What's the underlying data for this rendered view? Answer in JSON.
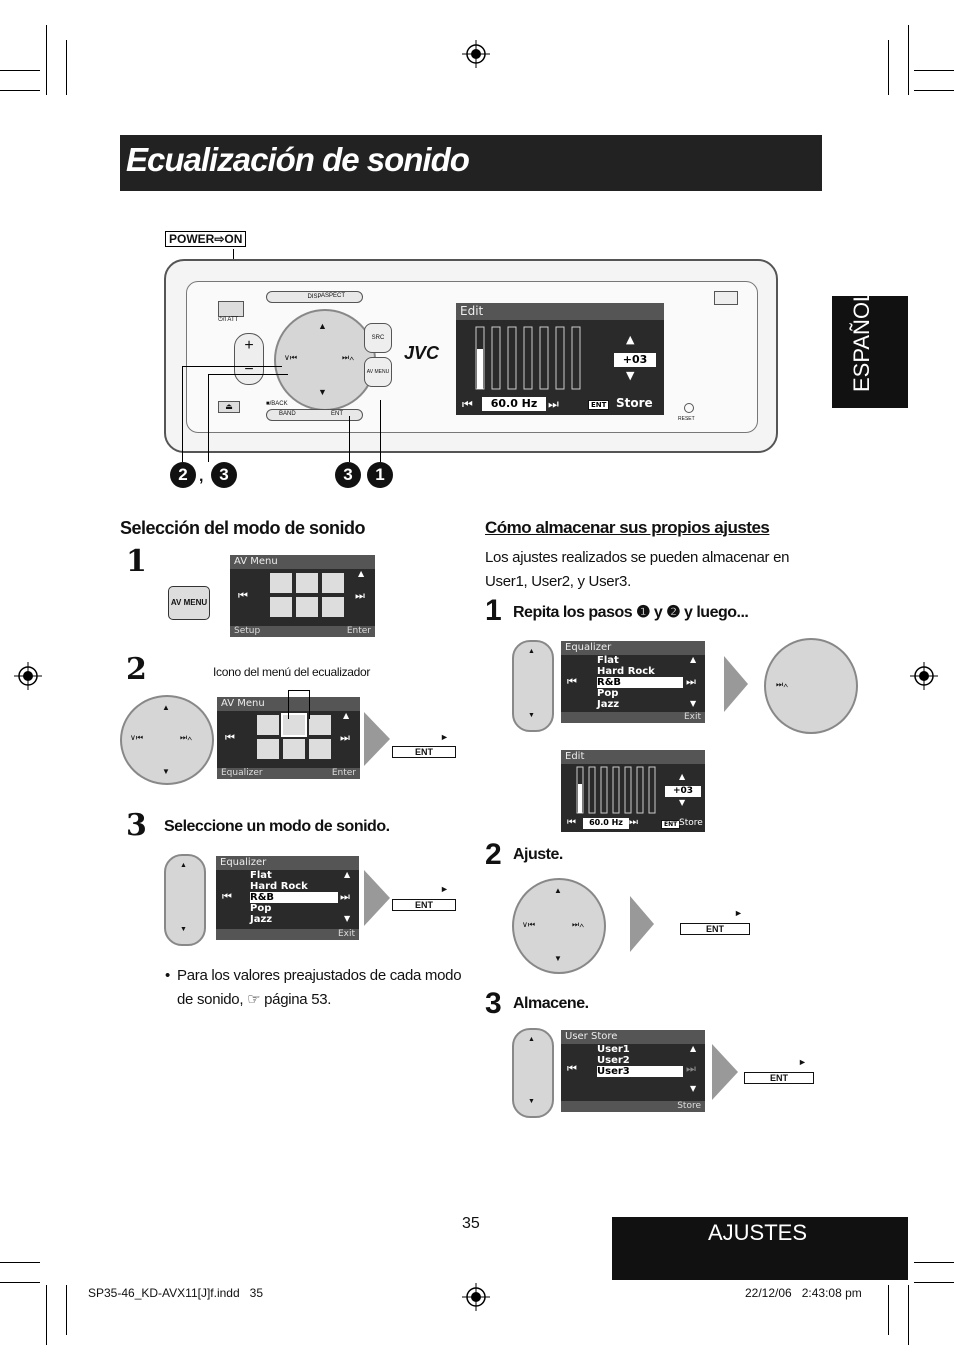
{
  "page": {
    "title": "Ecualización de sonido",
    "language_tab": "ESPAÑOL",
    "section_tab": "AJUSTES",
    "page_number": "35",
    "footer_left": "SP35-46_KD-AVX11[J]f.indd   35",
    "footer_right": "22/12/06   2:43:08 pm"
  },
  "device": {
    "power_label": "POWER⇨ON",
    "brand": "JVC",
    "btn_disp": "DISP",
    "btn_aspect": "ASPECT",
    "btn_src": "SRC",
    "btn_av_menu": "AV MENU",
    "btn_att": "⏻/I ATT",
    "btn_back": "■/BACK",
    "btn_band": "BAND",
    "btn_ent": "ENT",
    "btn_reset": "RESET",
    "screen_header": "Edit",
    "screen_value": "+03",
    "screen_freq": "60.0 Hz",
    "screen_store": "Store",
    "screen_ent": "ENT",
    "callout_a": "2",
    "callout_b": "3",
    "callout_c": "3",
    "callout_d": "1",
    "callout_sep": ","
  },
  "left": {
    "heading": "Selección del modo de sonido",
    "step1_num": "1",
    "step2_num": "2",
    "step3_num": "3",
    "av_menu_key": "AV MENU",
    "screen1_header": "AV Menu",
    "screen1_footer_left": "Setup",
    "screen1_footer_right": "Enter",
    "eq_icon_caption": "Icono del menú del ecualizador",
    "screen2_header": "AV Menu",
    "screen2_footer_left": "Equalizer",
    "screen2_footer_right": "Enter",
    "step3_text": "Seleccione un modo de sonido.",
    "screen3_header": "Equalizer",
    "screen3_items": [
      "Flat",
      "Hard Rock",
      "R&B",
      "Pop",
      "Jazz"
    ],
    "screen3_footer": "Exit",
    "ent_label": "ENT",
    "ent_small": "ENT",
    "bullet": "Para los valores preajustados de cada modo de sonido, ☞ página 53."
  },
  "right": {
    "heading": "Cómo almacenar sus propios ajustes",
    "intro": "Los ajustes realizados se pueden almacenar en User1, User2, y User3.",
    "step1_num": "1",
    "step1_text": "Repita los pasos ❶ y ❷ y luego...",
    "screen_eq_header": "Equalizer",
    "screen_eq_items": [
      "Flat",
      "Hard Rock",
      "R&B",
      "Pop",
      "Jazz"
    ],
    "screen_eq_footer": "Exit",
    "screen_edit_header": "Edit",
    "screen_edit_value": "+03",
    "screen_edit_freq": "60.0 Hz",
    "screen_edit_store": "Store",
    "step2_num": "2",
    "step2_text": "Ajuste.",
    "step3_num": "3",
    "step3_text": "Almacene.",
    "screen_store_header": "User Store",
    "screen_store_items": [
      "User1",
      "User2",
      "User3"
    ],
    "screen_store_footer": "Store",
    "ent_label": "ENT",
    "ent_small": "ENT"
  },
  "colors": {
    "title_bar": "#222222",
    "tab": "#111111",
    "lcd": "#2a2a2a",
    "lcd_header": "#555555"
  }
}
